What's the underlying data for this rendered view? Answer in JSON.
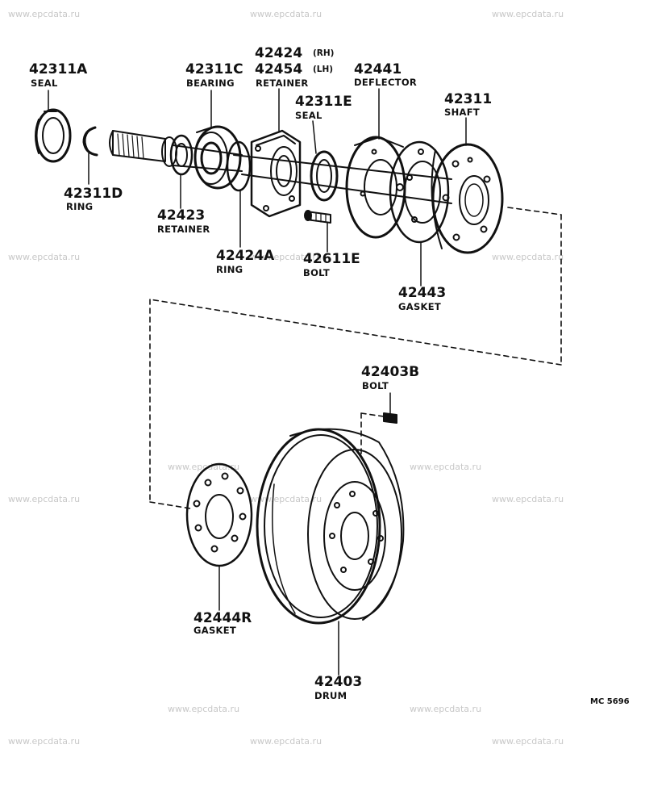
{
  "watermark": "www.epcdata.ru",
  "figure_code": "MC 5696",
  "parts": {
    "seal_a": {
      "number": "42311A",
      "name": "SEAL"
    },
    "ring_d": {
      "number": "42311D",
      "name": "RING"
    },
    "bearing": {
      "number": "42311C",
      "name": "BEARING"
    },
    "retainer_rh": {
      "number": "42424",
      "side": "(RH)"
    },
    "retainer_lh": {
      "number": "42454",
      "side": "(LH)",
      "name": "RETAINER"
    },
    "seal_e": {
      "number": "42311E",
      "name": "SEAL"
    },
    "deflector": {
      "number": "42441",
      "name": "DEFLECTOR"
    },
    "shaft": {
      "number": "42311",
      "name": "SHAFT"
    },
    "retainer_23": {
      "number": "42423",
      "name": "RETAINER"
    },
    "ring_a": {
      "number": "42424A",
      "name": "RING"
    },
    "bolt_e": {
      "number": "42611E",
      "name": "BOLT"
    },
    "gasket_43": {
      "number": "42443",
      "name": "GASKET"
    },
    "bolt_b": {
      "number": "42403B",
      "name": "BOLT"
    },
    "gasket_r": {
      "number": "42444R",
      "name": "GASKET"
    },
    "drum": {
      "number": "42403",
      "name": "DRUM"
    }
  }
}
